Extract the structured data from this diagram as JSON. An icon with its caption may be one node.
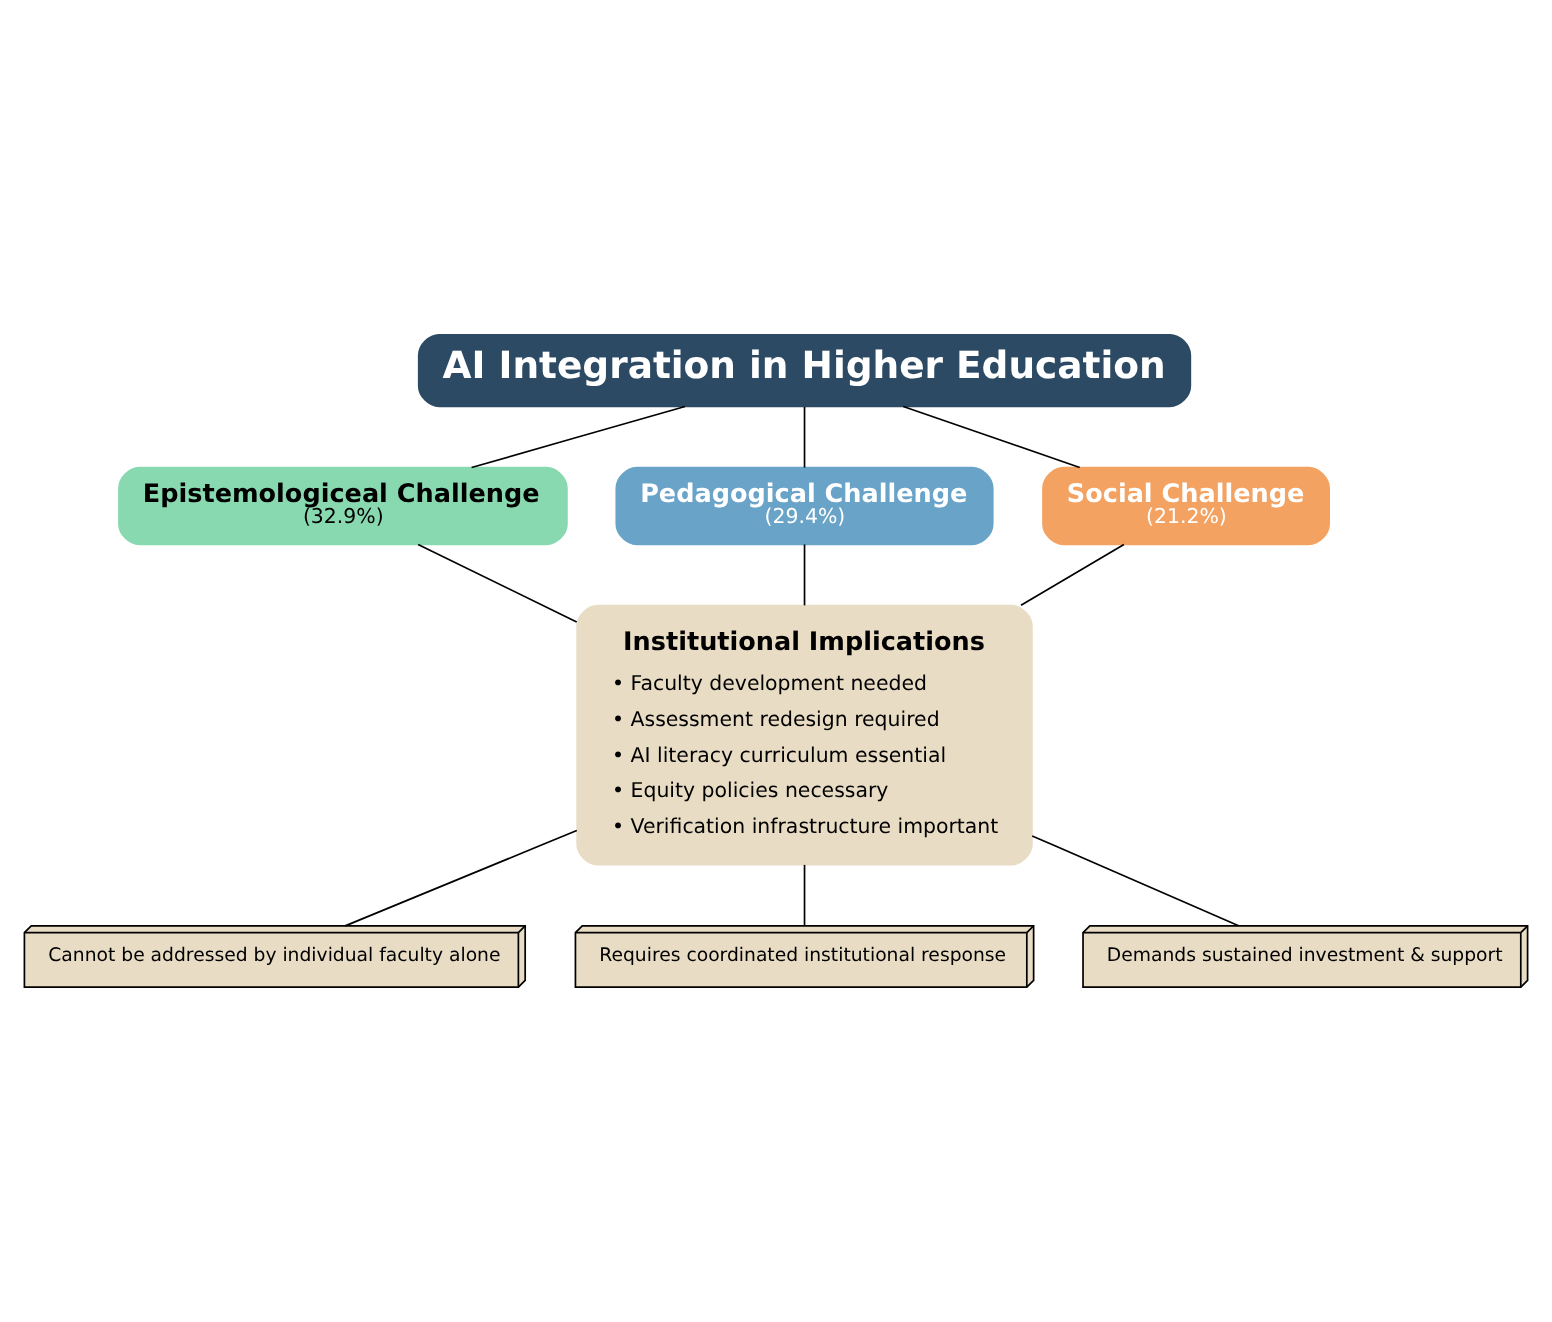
{
  "diagram": {
    "nodes": [
      {
        "text": [
          "AI Integration in Higher Education"
        ]
      },
      {
        "text": [
          "Epistemologiceal Challenge",
          "(32.9%)"
        ]
      },
      {
        "text": [
          "Pedagogical Challenge",
          "(29.4%)"
        ]
      },
      {
        "text": [
          "Social Challenge",
          "(21.2%)"
        ]
      },
      {
        "text": [
          "Institutional Implications",
          "• Faculty development needed",
          "• Assessment redesign required",
          "• AI literacy curriculum essential",
          "• Equity policies necessary",
          "• Verification infrastructure important"
        ]
      },
      {
        "text": [
          "Cannot be addressed by individual faculty alone"
        ]
      },
      {
        "text": [
          "Requires coordinated institutional response"
        ]
      },
      {
        "text": [
          "Demands sustained investment & support"
        ]
      }
    ],
    "edges": [
      {
        "from": 0,
        "to": 1,
        "arrow": "none"
      },
      {
        "from": 0,
        "to": 2,
        "arrow": "none"
      },
      {
        "from": 0,
        "to": 3,
        "arrow": "none"
      },
      {
        "from": 1,
        "to": 4,
        "arrow": "none"
      },
      {
        "from": 2,
        "to": 4,
        "arrow": "none"
      },
      {
        "from": 3,
        "to": 4,
        "arrow": "none"
      },
      {
        "from": 4,
        "to": 5,
        "arrow": "none"
      },
      {
        "from": 4,
        "to": 6,
        "arrow": "none"
      },
      {
        "from": 4,
        "to": 7,
        "arrow": "none"
      }
    ]
  }
}
